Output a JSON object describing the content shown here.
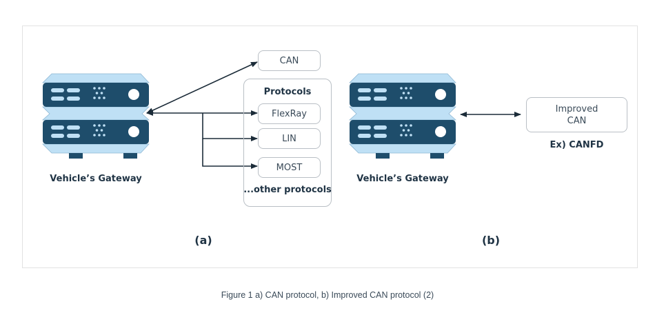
{
  "figure": {
    "caption": "Figure 1 a) CAN protocol, b) Improved CAN protocol (2)",
    "colors": {
      "server_dark": "#1e4d6b",
      "server_light": "#bfe0f5",
      "arrow": "#1b2b38",
      "box_border": "#b9bfc5",
      "text": "#1f3344"
    }
  },
  "panel_a": {
    "label": "(a)",
    "gateway": {
      "icon": "server-icon",
      "label": "Vehicle’s Gateway"
    },
    "can_box": "CAN",
    "protocols_group": {
      "title": "Protocols",
      "items": [
        "FlexRay",
        "LIN",
        "MOST"
      ],
      "footer": "...other protocols"
    }
  },
  "panel_b": {
    "label": "(b)",
    "gateway": {
      "icon": "server-icon",
      "label": "Vehicle’s Gateway"
    },
    "improved_box": {
      "line1": "Improved",
      "line2": "CAN"
    },
    "example": "Ex) CANFD"
  }
}
